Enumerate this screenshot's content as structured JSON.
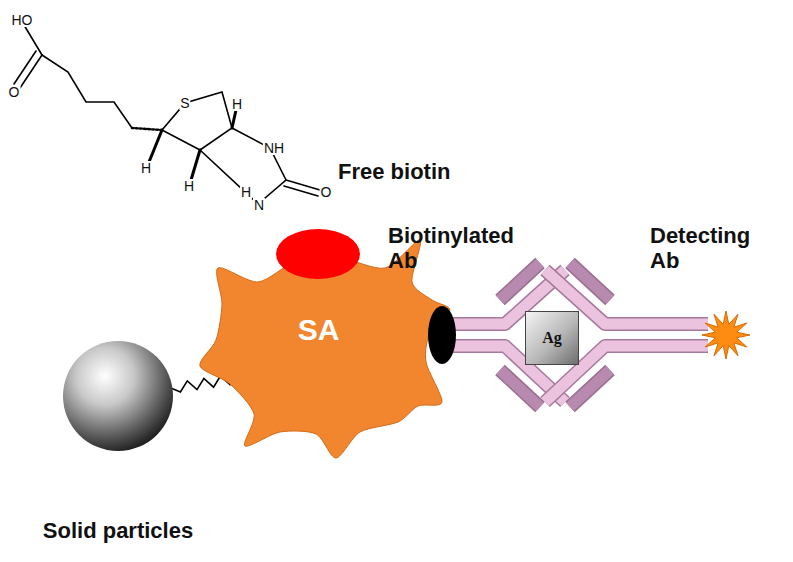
{
  "diagram": {
    "nodes": [
      {
        "text": [
          "SA"
        ]
      },
      {
        "text": [
          "Ag"
        ]
      },
      {
        "text": [
          "Solid particles"
        ]
      }
    ],
    "edges": [
      {
        "from": 2,
        "to": 0,
        "arrow": "none"
      }
    ],
    "labels": [
      "HO",
      "O",
      "S",
      "H",
      "H",
      "H",
      "NH",
      "H",
      "N",
      "O",
      "Free biotin",
      "Biotinylated Ab",
      "Detecting Ab"
    ]
  }
}
